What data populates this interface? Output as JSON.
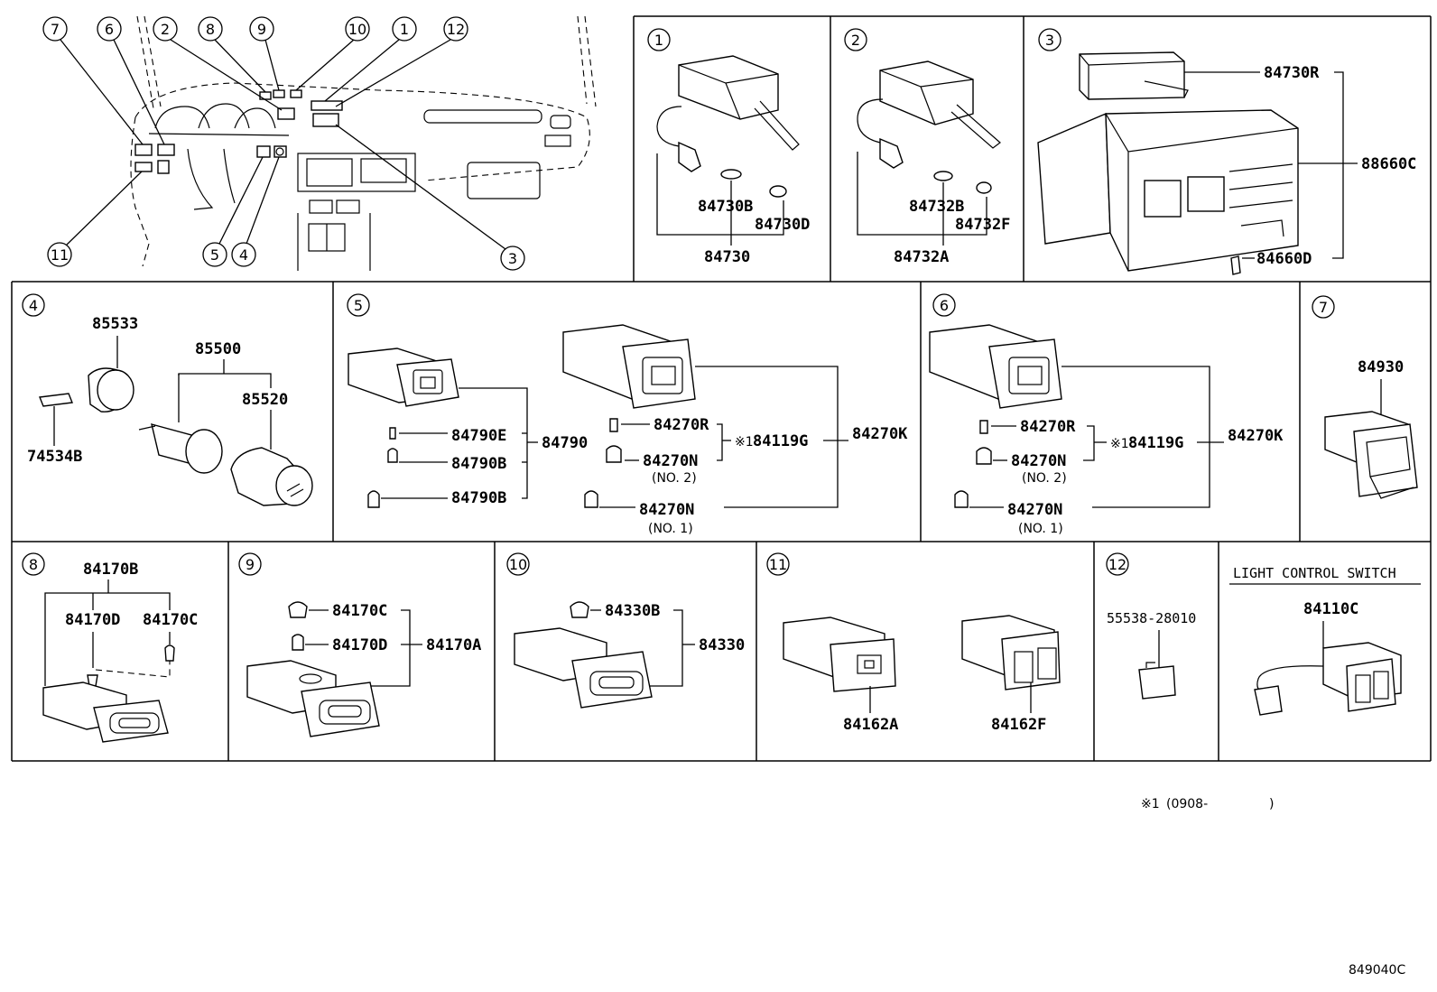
{
  "diagram_id": "849040C",
  "footnote": {
    "marker": "※1",
    "range": "(0908-",
    "close": ")"
  },
  "callout_numbers": [
    "1",
    "2",
    "3",
    "4",
    "5",
    "6",
    "7",
    "8",
    "9",
    "10",
    "11",
    "12"
  ],
  "overview": {
    "callouts": [
      "7",
      "6",
      "2",
      "8",
      "9",
      "10",
      "1",
      "12",
      "11",
      "5",
      "4",
      "3"
    ]
  },
  "panels": {
    "p1": {
      "num": "1",
      "labels": [
        "84730B",
        "84730D",
        "84730"
      ]
    },
    "p2": {
      "num": "2",
      "labels": [
        "84732B",
        "84732F",
        "84732A"
      ]
    },
    "p3": {
      "num": "3",
      "labels": [
        "84730R",
        "88660C",
        "84660D"
      ]
    },
    "p4": {
      "num": "4",
      "labels": [
        "85533",
        "85500",
        "85520",
        "74534B"
      ]
    },
    "p5": {
      "num": "5",
      "labels": [
        "84790E",
        "84790B",
        "84790B",
        "84790",
        "84270R",
        "84270N",
        "84270N",
        "84270K",
        "84119G"
      ],
      "notes": [
        "(NO. 2)",
        "(NO. 1)"
      ],
      "marker": "※1"
    },
    "p6": {
      "num": "6",
      "labels": [
        "84270R",
        "84270N",
        "84270N",
        "84270K",
        "84119G"
      ],
      "notes": [
        "(NO. 2)",
        "(NO. 1)"
      ],
      "marker": "※1"
    },
    "p7": {
      "num": "7",
      "labels": [
        "84930"
      ]
    },
    "p8": {
      "num": "8",
      "labels": [
        "84170B",
        "84170D",
        "84170C"
      ]
    },
    "p9": {
      "num": "9",
      "labels": [
        "84170C",
        "84170D",
        "84170A"
      ]
    },
    "p10": {
      "num": "10",
      "labels": [
        "84330B",
        "84330"
      ]
    },
    "p11": {
      "num": "11",
      "labels": [
        "84162A",
        "84162F"
      ]
    },
    "p12": {
      "num": "12",
      "labels": [
        "55538-28010"
      ]
    },
    "p13": {
      "title": "LIGHT CONTROL SWITCH",
      "labels": [
        "84110C"
      ]
    }
  }
}
